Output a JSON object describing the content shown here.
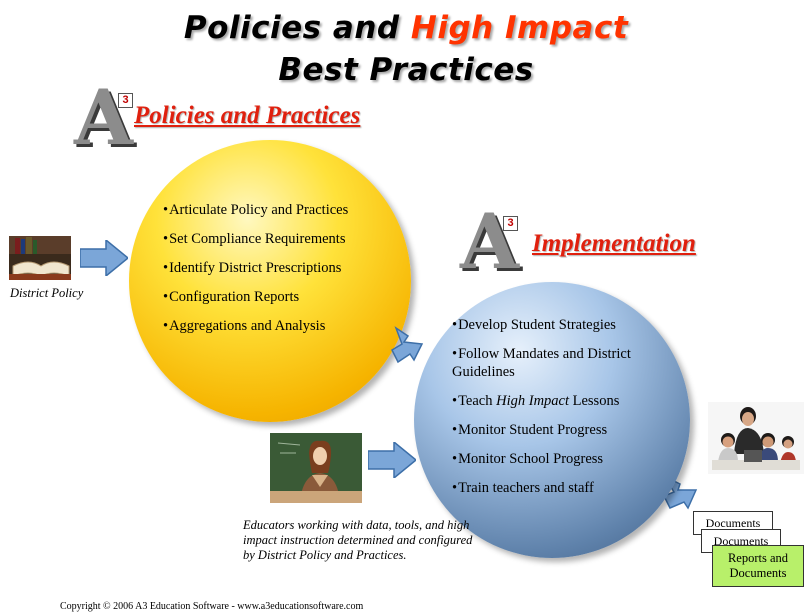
{
  "title": {
    "line1_part1": "Policies and ",
    "line1_accent": "High Impact",
    "line2": "Best Practices"
  },
  "policies_section": {
    "logo_letter": "A",
    "logo_sup": "3",
    "heading": "Policies and Practices",
    "items": [
      "Articulate Policy and Practices",
      "Set Compliance Requirements",
      "Identify District Prescriptions",
      "Configuration Reports",
      "Aggregations and Analysis"
    ]
  },
  "implementation_section": {
    "logo_letter": "A",
    "logo_sup": "3",
    "heading": "Implementation",
    "items": [
      "Develop Student Strategies",
      "Follow Mandates and District Guidelines",
      "Teach High Impact Lessons",
      "Monitor Student Progress",
      "Monitor School Progress",
      "Train teachers and staff"
    ],
    "teach_item": {
      "prefix": "Teach ",
      "emphasis": "High Impact",
      "suffix": " Lessons"
    }
  },
  "district_policy_caption": "District Policy",
  "educators_caption": "Educators working with data, tools, and high impact instruction determined and configured by District Policy and Practices.",
  "documents": {
    "doc1": "Documents",
    "doc2": "Documents",
    "final": "Reports and Documents"
  },
  "footer": "Copyright © 2006 A3 Education Software - www.a3educationsoftware.com",
  "colors": {
    "accent_red": "#e0200e",
    "title_accent": "#ff3300",
    "yellow_circle": "#ffd21a",
    "blue_circle": "#7b9cc4",
    "arrow_fill": "#7ba6d8",
    "report_green": "#b8f06a"
  },
  "icons": [
    "books-icon",
    "teacher-photo",
    "students-photo",
    "arrow-right-icon"
  ]
}
